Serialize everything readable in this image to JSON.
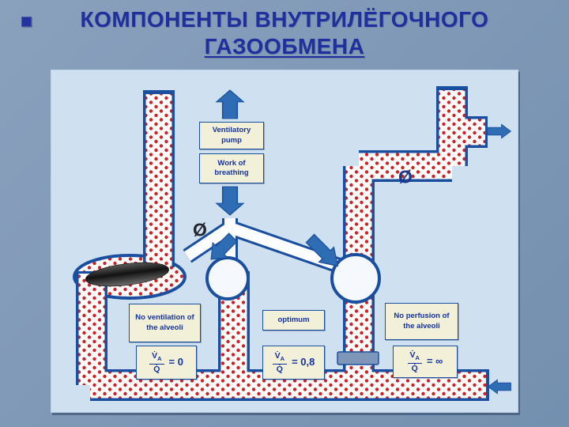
{
  "slide": {
    "title_line1": "КОМПОНЕНТЫ ВНУТРИЛЁГОЧНОГО",
    "title_line2": "ГАЗООБМЕНА"
  },
  "diagram": {
    "pump_box_line1": "Ventilatory",
    "pump_box_line2": "pump",
    "breathing_box_line1": "Work of",
    "breathing_box_line2": "breathing",
    "airway_block_symbol": "Ø",
    "vessel_block_symbol": "Ø",
    "units": [
      {
        "label": "No ventilation of the alveoli",
        "v": "V̇",
        "v_sub": "A",
        "q": "Q̇",
        "value": "= 0"
      },
      {
        "label": "optimum",
        "v": "V̇",
        "v_sub": "A",
        "q": "Q̇",
        "value": "= 0,8"
      },
      {
        "label": "No perfusion of the alveoli",
        "v": "V̇",
        "v_sub": "A",
        "q": "Q̇",
        "value": "= ∞"
      }
    ]
  },
  "colors": {
    "slide_background": "#7d97b5",
    "panel_background": "#cfe1f1",
    "title_text": "#1f2f9e",
    "vessel_outline": "#1a4fa0",
    "blood_dot": "#cd2127",
    "arrow_blue": "#2e6cb4",
    "box_background": "#f3f0da",
    "box_text": "#14339a",
    "shunt_blob": "#1a1a1a",
    "clamp_fill": "#7e97b8"
  }
}
